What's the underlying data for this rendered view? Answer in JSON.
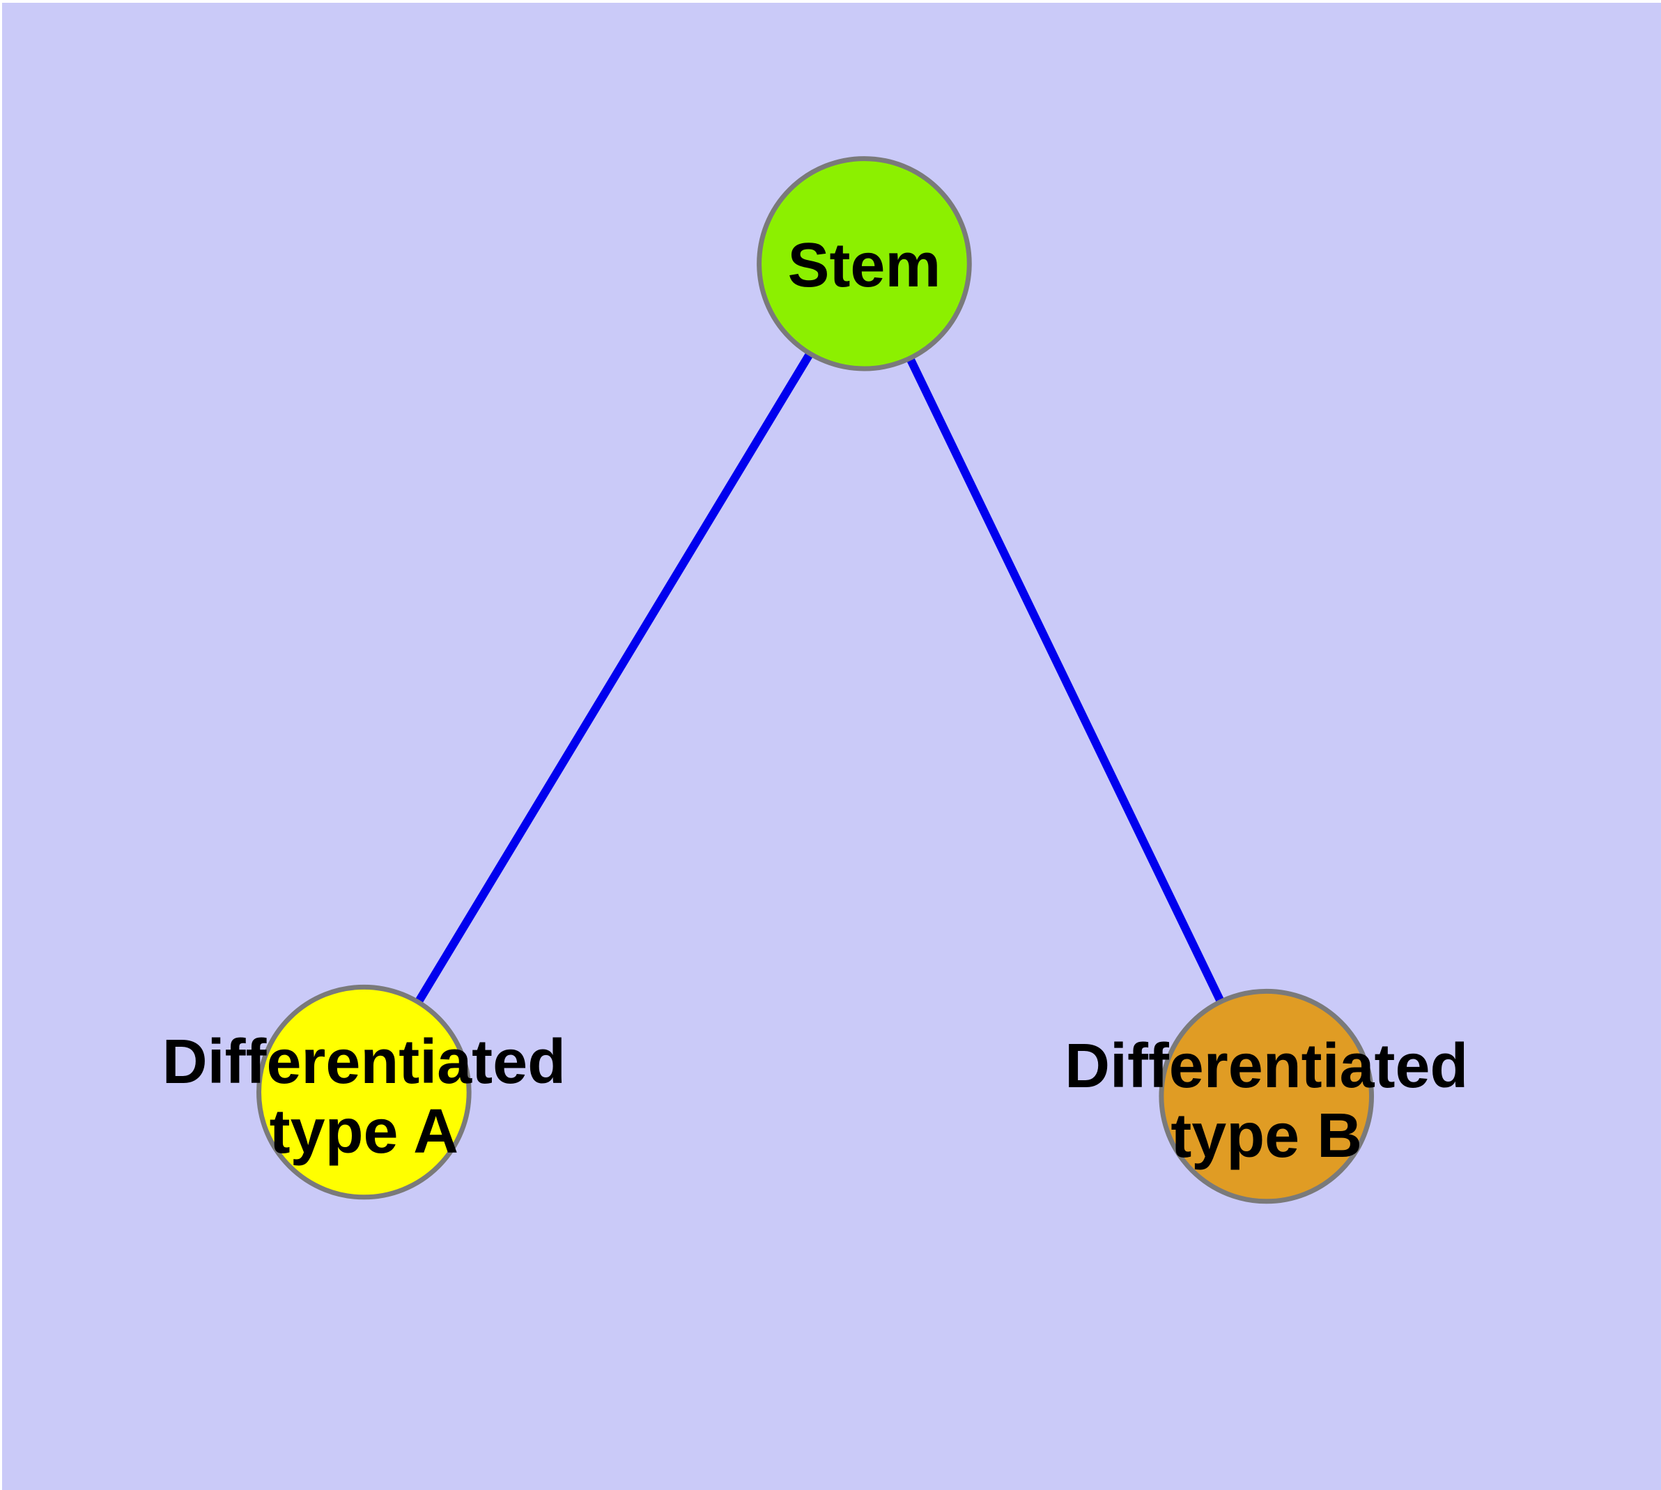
{
  "diagram": {
    "background_color": "#CACAF8",
    "node_border_color": "#7A7A7A",
    "edge_color": "#0000EE",
    "label_color": "#000000",
    "nodes": {
      "stem": {
        "label": "Stem",
        "fill": "#8CF000"
      },
      "type_a": {
        "label": "Differentiated type A",
        "label_lines": [
          "Differentiated",
          "type A"
        ],
        "fill": "#FFFF00"
      },
      "type_b": {
        "label": "Differentiated type B",
        "label_lines": [
          "Differentiated",
          "type B"
        ],
        "fill": "#E09C24"
      }
    },
    "edges": [
      {
        "from": "Stem",
        "to": "Differentiated type A"
      },
      {
        "from": "Stem",
        "to": "Differentiated type B"
      }
    ]
  }
}
